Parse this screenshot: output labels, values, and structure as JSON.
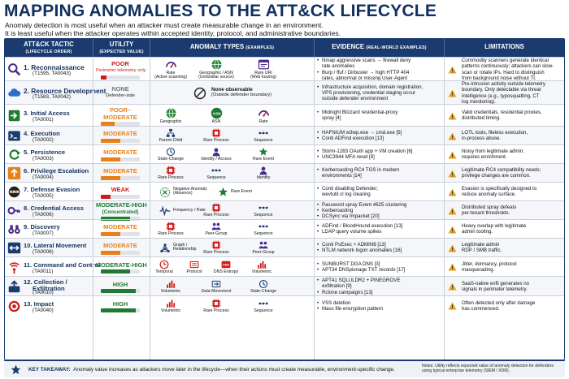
{
  "title": "MAPPING ANOMALIES TO THE ATT&CK LIFECYCLE",
  "subtitle_1": "Anomaly detection is most useful when an attacker must create measurable change in an environment.",
  "subtitle_2": "It is least useful when the attacker operates within accepted identity, protocol, and administrative boundaries.",
  "headers": {
    "tactic": "ATT&CK TACTIC",
    "tactic_sub": "(LIFECYCLE ORDER)",
    "utility": "UTILITY",
    "utility_sub": "(EXPECTED VALUE)",
    "anomaly": "ANOMALY TYPES",
    "anomaly_sub": "(EXAMPLES)",
    "evidence": "EVIDENCE",
    "evidence_sub": "(REAL-WORLD EXAMPLES)",
    "limitations": "LIMITATIONS"
  },
  "colors": {
    "navy": "#1b3b70",
    "red": "#d11a1a",
    "orange": "#e8801a",
    "green": "#1f7a32",
    "gray": "#777777",
    "purple": "#4b2a8a"
  },
  "rows": [
    {
      "name": "1. Reconnaissance",
      "ids": "(T1595, TA0043)",
      "icon": "magnifier-icon",
      "utility": "POOR",
      "utility_note": "Perimeter telemetry only",
      "utility_level": 0.15,
      "utility_color": "#d11a1a",
      "anomalies": [
        {
          "label": "Rate",
          "label2": "(Active scanning)",
          "icon": "rate-gauge-icon"
        },
        {
          "label": "Geographic / ASN",
          "label2": "(Unfamiliar source)",
          "icon": "globe-icon"
        },
        {
          "label": "Rare URI",
          "label2": "(Web fuzzing)",
          "icon": "browser-window-icon"
        }
      ],
      "evidence": [
        "Nmap aggressive scans → firewall deny",
        "rate anomalies",
        "Burp / ffuf / Dirbuster → high HTTP 404",
        "rates, abnormal or missing User-Agent"
      ],
      "limitations": [
        "Commodity scanners generate identical",
        "patterns continuously; attackers can slow-",
        "scan or rotate IPs. Hard to distinguish",
        "from background noise without TI."
      ]
    },
    {
      "name": "2. Resource Development",
      "ids": "(T1583, TA0042)",
      "icon": "cloud-icon",
      "utility": "NONE",
      "utility_note": "Defender-side",
      "utility_level": 0.0,
      "utility_color": "#777777",
      "anomalies": [
        {
          "label": "None observable",
          "label2": "(Outside defender boundary)",
          "icon": "not-observable-icon"
        }
      ],
      "evidence": [
        "Infrastructure acquisition, domain registration,",
        "VPS provisioning, credential staging occur",
        "outside defender environment"
      ],
      "limitations": [
        "Pre-intrusion activity outside telemetry",
        "boundary. Only detectable via threat",
        "intelligence (e.g., typosquatting, CT",
        "log monitoring)."
      ]
    },
    {
      "name": "3. Initial Access",
      "ids": "(TA0001)",
      "icon": "entry-door-icon",
      "utility": "POOR–",
      "utility_b": "MODERATE",
      "utility_note": "",
      "utility_level": 0.35,
      "utility_color": "#e8801a",
      "anomalies": [
        {
          "label": "Geographic",
          "label2": "",
          "icon": "globe-icon"
        },
        {
          "label": "ASN",
          "label2": "",
          "icon": "asn-badge-icon"
        },
        {
          "label": "Rate",
          "label2": "",
          "icon": "rate-gauge-icon"
        }
      ],
      "evidence": [
        "Midnight Blizzard residential-proxy",
        "spray [4]"
      ],
      "limitations": [
        "Valid credentials, residential proxies,",
        "distributed timing."
      ]
    },
    {
      "name": "4. Execution",
      "ids": "(TA0002)",
      "icon": "terminal-icon",
      "utility": "MODERATE",
      "utility_note": "",
      "utility_level": 0.5,
      "utility_color": "#e8801a",
      "anomalies": [
        {
          "label": "Parent-Child",
          "label2": "",
          "icon": "process-tree-icon"
        },
        {
          "label": "Rare Process",
          "label2": "",
          "icon": "rare-process-icon"
        },
        {
          "label": "Sequence",
          "label2": "",
          "icon": "sequence-icon"
        }
      ],
      "evidence": [
        "HAFNIUM w3wp.exe → cmd.exe [5]",
        "Conti ADFind execution [13]"
      ],
      "limitations": [
        "LOTL tools, fileless execution,",
        "in-process abuse."
      ]
    },
    {
      "name": "5. Persistence",
      "ids": "(TA0003)",
      "icon": "persistence-cycle-icon",
      "utility": "MODERATE",
      "utility_note": "",
      "utility_level": 0.5,
      "utility_color": "#e8801a",
      "anomalies": [
        {
          "label": "State-Change",
          "label2": "",
          "icon": "state-change-icon"
        },
        {
          "label": "Identity / Access",
          "label2": "",
          "icon": "identity-icon"
        },
        {
          "label": "Rare Event",
          "label2": "",
          "icon": "rare-event-icon"
        }
      ],
      "evidence": [
        "Storm-1283 OAuth app + VM creation [6]",
        "UNC3944 MFA reset [8]"
      ],
      "limitations": [
        "Noisy from legitimate admin;",
        "requires enrichment."
      ]
    },
    {
      "name": "6. Privilege Escalation",
      "ids": "(TA0004)",
      "icon": "up-arrow-icon",
      "utility": "MODERATE",
      "utility_note": "",
      "utility_level": 0.5,
      "utility_color": "#e8801a",
      "anomalies": [
        {
          "label": "Rare Process",
          "label2": "",
          "icon": "rare-process-icon"
        },
        {
          "label": "Sequence",
          "label2": "",
          "icon": "sequence-icon"
        },
        {
          "label": "Identity",
          "label2": "",
          "icon": "identity-icon"
        }
      ],
      "evidence": [
        "Kerberoasting RC4 TGS in modern",
        "environments [14]"
      ],
      "limitations": [
        "Legitimate RC4 compatibility needs;",
        "privilege changes are common."
      ]
    },
    {
      "name": "7. Defense Evasion",
      "ids": "(TA0005)",
      "icon": "ninja-icon",
      "utility": "WEAK",
      "utility_note": "",
      "utility_level": 0.25,
      "utility_color": "#d11a1a",
      "anomalies": [
        {
          "label": "Negative Anomaly",
          "label2": "(Absence)",
          "icon": "negative-anomaly-icon"
        },
        {
          "label": "Rare Event",
          "label2": "",
          "icon": "rare-event-icon"
        }
      ],
      "evidence": [
        "Conti disabling Defender;",
        "wevtutil cl log clearing"
      ],
      "limitations": [
        "Evasion is specifically designed to",
        "reduce anomaly surface."
      ]
    },
    {
      "name": "8. Credential Access",
      "ids": "(TA0006)",
      "icon": "key-icon",
      "utility": "MODERATE-HIGH",
      "utility_b": "(Concentrated)",
      "utility_note": "",
      "utility_level": 0.75,
      "utility_color": "#1f7a32",
      "anomalies": [
        {
          "label": "Frequency / Rate",
          "label2": "",
          "icon": "frequency-icon"
        },
        {
          "label": "Rare Process",
          "label2": "",
          "icon": "rare-process-icon"
        },
        {
          "label": "Sequence",
          "label2": "",
          "icon": "sequence-icon"
        }
      ],
      "evidence": [
        "Password spray Event 4625 clustering",
        "Kerberoasting",
        "DCSync via Impacket [20]"
      ],
      "limitations": [
        "Distributed spray defeats",
        "per-tenant thresholds."
      ]
    },
    {
      "name": "9. Discovery",
      "ids": "(TA0007)",
      "icon": "binoculars-icon",
      "utility": "MODERATE",
      "utility_note": "",
      "utility_level": 0.5,
      "utility_color": "#e8801a",
      "anomalies": [
        {
          "label": "Rare Process",
          "label2": "",
          "icon": "rare-process-icon"
        },
        {
          "label": "Peer-Group",
          "label2": "",
          "icon": "peer-group-icon"
        },
        {
          "label": "Sequence",
          "label2": "",
          "icon": "sequence-icon"
        }
      ],
      "evidence": [
        "ADFind / BloodHound execution [13]",
        "LDAP query volume spikes"
      ],
      "limitations": [
        "Heavy overlap with legitimate",
        "admin tooling."
      ]
    },
    {
      "name": "10. Lateral Movement",
      "ids": "(TA0008)",
      "icon": "lateral-arrows-icon",
      "utility": "MODERATE",
      "utility_note": "",
      "utility_level": 0.5,
      "utility_color": "#e8801a",
      "anomalies": [
        {
          "label": "Graph /",
          "label2": "Relationship",
          "icon": "graph-icon"
        },
        {
          "label": "Rare Process",
          "label2": "",
          "icon": "rare-process-icon"
        },
        {
          "label": "Peer-Group",
          "label2": "",
          "icon": "peer-group-icon"
        }
      ],
      "evidence": [
        "Conti PsExec + ADMIN$ [13]",
        "NTLM network logon anomalies [16]"
      ],
      "limitations": [
        "Legitimate admin",
        "RDP / SMB traffic."
      ]
    },
    {
      "name": "11. Command and Control",
      "ids": "(TA0011)",
      "icon": "c2-signal-icon",
      "utility": "MODERATE-HIGH",
      "utility_note": "",
      "utility_level": 0.75,
      "utility_color": "#1f7a32",
      "anomalies": [
        {
          "label": "Temporal",
          "label2": "",
          "icon": "clock-icon"
        },
        {
          "label": "Protocol",
          "label2": "",
          "icon": "protocol-icon"
        },
        {
          "label": "DNS Entropy",
          "label2": "",
          "icon": "dns-icon"
        },
        {
          "label": "Volumetric",
          "label2": "",
          "icon": "volumetric-icon"
        }
      ],
      "evidence": [
        "SUNBURST DGA DNS [3]",
        "APT34 DNSpionage TXT records [17]"
      ],
      "limitations": [
        "Jitter, dormancy, protocol",
        "masquerading."
      ]
    },
    {
      "name": "12. Collection /",
      "name2": "Exfiltration",
      "ids": "(TA0010)",
      "icon": "exfil-icon",
      "utility": "HIGH",
      "utility_note": "",
      "utility_level": 0.9,
      "utility_color": "#1f7a32",
      "anomalies": [
        {
          "label": "Volumetric",
          "label2": "",
          "icon": "volumetric-icon"
        },
        {
          "label": "Data Movement",
          "label2": "",
          "icon": "data-movement-icon"
        },
        {
          "label": "State-Change",
          "label2": "",
          "icon": "state-change-icon"
        }
      ],
      "evidence": [
        "APT41 SQLULDR2 + PINEGROVE",
        "exfiltration [9]",
        "Rclone campaigns [13]"
      ],
      "limitations": [
        "SaaS-native exfil generates no",
        "signals in perimeter telemetry."
      ]
    },
    {
      "name": "13. Impact",
      "ids": "(TA0040)",
      "icon": "target-icon",
      "utility": "HIGH",
      "utility_note": "",
      "utility_level": 0.9,
      "utility_color": "#1f7a32",
      "anomalies": [
        {
          "label": "Volumetric",
          "label2": "",
          "icon": "volumetric-icon"
        },
        {
          "label": "Rare Process",
          "label2": "",
          "icon": "rare-process-icon"
        },
        {
          "label": "Sequence",
          "label2": "",
          "icon": "sequence-icon"
        }
      ],
      "evidence": [
        "VSS deletion",
        "Mass file encryption pattern"
      ],
      "limitations": [
        "Often detected only after damage",
        "has commenced."
      ]
    }
  ],
  "key_label": "KEY TAKEAWAY:",
  "key_text": "Anomaly value increases as attackers move later in the lifecycle—when their actions must create measurable, environment-specific change.",
  "notes_1": "Notes: Utility reflects expected value of anomaly detection for defenders",
  "notes_2": "using typical enterprise telemetry (SIEM / XDR)."
}
